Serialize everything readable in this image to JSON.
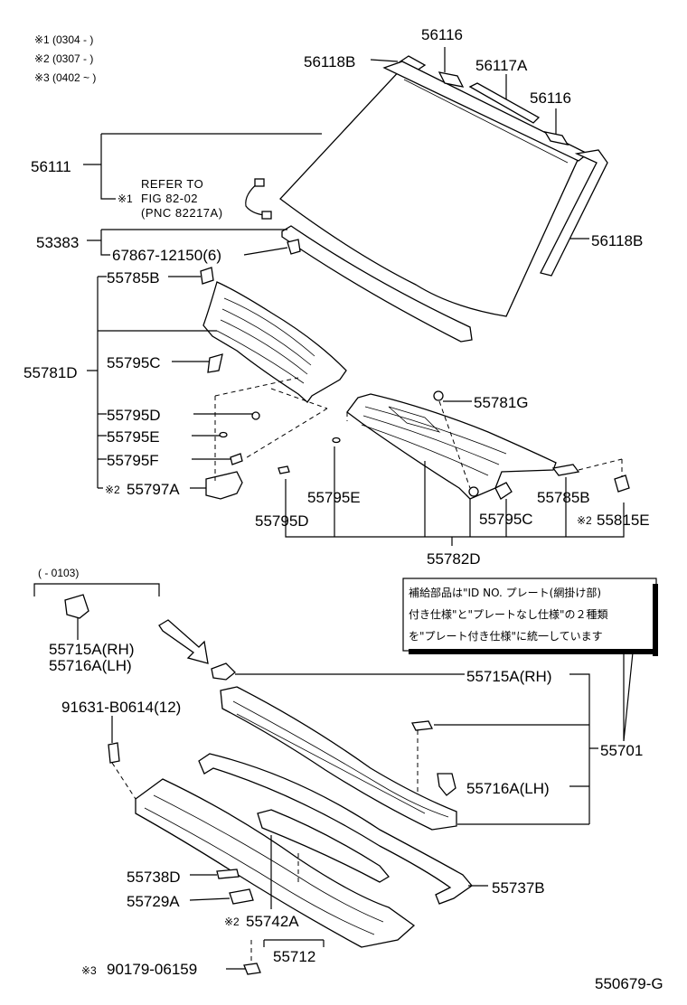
{
  "notes": [
    {
      "mark": "※1",
      "text": "(0304 -      )"
    },
    {
      "mark": "※2",
      "text": "(0307 -      )"
    },
    {
      "mark": "※3",
      "text": "(0402 ~      )"
    }
  ],
  "refer": {
    "mark": "※1",
    "line1": "REFER TO",
    "line2": "FIG 82-02",
    "line3": "(PNC 82217A)"
  },
  "labels": {
    "p56116a": "56116",
    "p56118b_top": "56118B",
    "p56117a": "56117A",
    "p56116b": "56116",
    "p56111": "56111",
    "p53383": "53383",
    "p67867": "67867-12150(6)",
    "p56118b_right": "56118B",
    "p55785b_top": "55785B",
    "p55781d": "55781D",
    "p55795c_left": "55795C",
    "p55795d_left": "55795D",
    "p55795e_left": "55795E",
    "p55795f": "55795F",
    "p55797a": "55797A",
    "p55797a_mark": "※2",
    "p55781g": "55781G",
    "p55795e_mid": "55795E",
    "p55795d_bot": "55795D",
    "p55785b_right": "55785B",
    "p55795c_right": "55795C",
    "p55815e": "55815E",
    "p55815e_mark": "※2",
    "p55782d": "55782D",
    "range_0103": "(      - 0103)",
    "p55715a_rh_left": "55715A(RH)",
    "p55716a_lh_left": "55716A(LH)",
    "p55715a_rh_right": "55715A(RH)",
    "p91631": "91631-B0614(12)",
    "p55701": "55701",
    "p55716a_lh_right": "55716A(LH)",
    "p55738d": "55738D",
    "p55737b": "55737B",
    "p55729a": "55729A",
    "p55742a": "55742A",
    "p55742a_mark": "※2",
    "p55712": "55712",
    "p90179": "90179-06159",
    "p90179_mark": "※3",
    "figure_no": "550679-G"
  },
  "notice": {
    "line1": "補給部品は\"ID NO. プレート(網掛け部)",
    "line2": "付き仕様\"と\"プレートなし仕様\"の２種類",
    "line3": "を\"プレート付き仕様\"に統一しています"
  }
}
